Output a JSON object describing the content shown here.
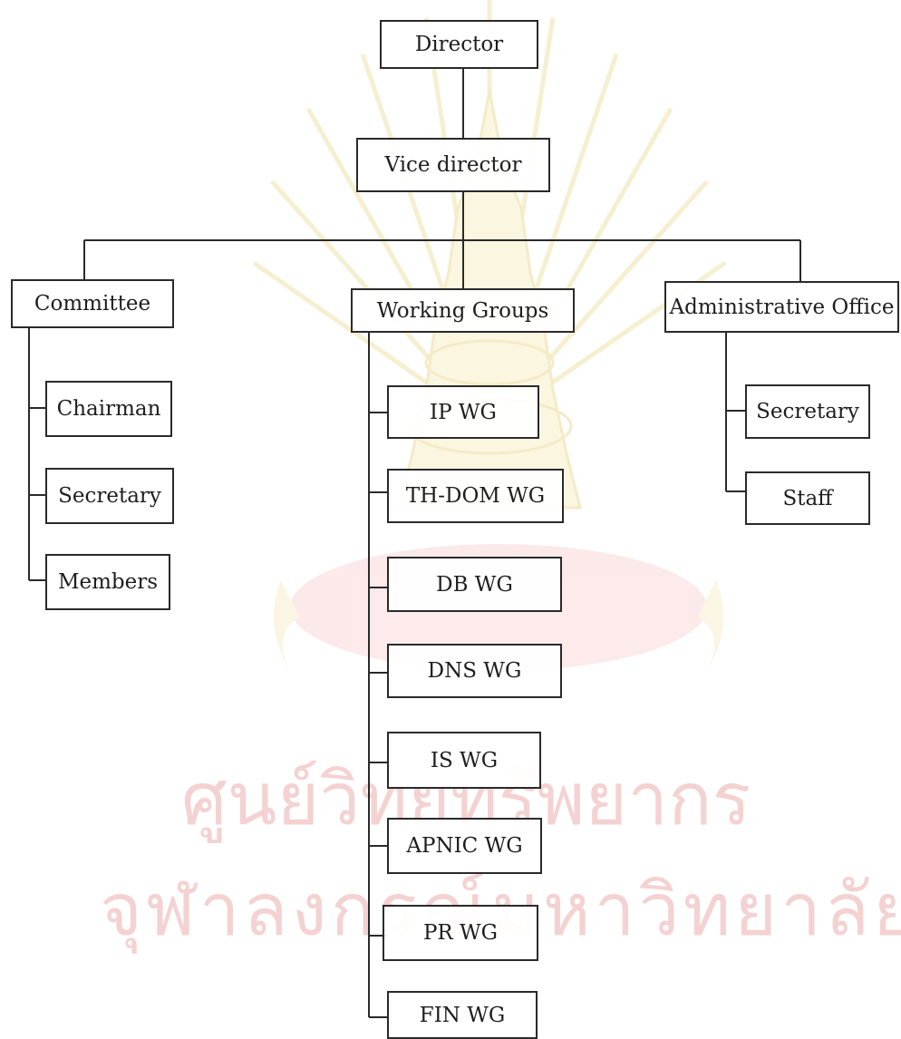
{
  "org_chart": {
    "director": "Director",
    "vice_director": "Vice director",
    "departments": {
      "committee": {
        "label": "Committee",
        "members": [
          "Chairman",
          "Secretary",
          "Members"
        ]
      },
      "working_groups": {
        "label": "Working Groups",
        "members": [
          "IP WG",
          "TH-DOM WG",
          "DB WG",
          "DNS WG",
          "IS WG",
          "APNIC WG",
          "PR WG",
          "FIN WG"
        ]
      },
      "administrative_office": {
        "label": "Administrative Office",
        "members": [
          "Secretary",
          "Staff"
        ]
      }
    }
  },
  "watermark": {
    "line1": "ศูนย์วิทยทรัพยากร",
    "line2": "จุฬาลงกรณ์มหาวิทยาลัย",
    "emblem": "university-emblem-icon",
    "color": "#de7470"
  },
  "colors": {
    "line": "#2a2a2a",
    "box_border": "#2a2a2a",
    "text": "#1e1e1e"
  }
}
